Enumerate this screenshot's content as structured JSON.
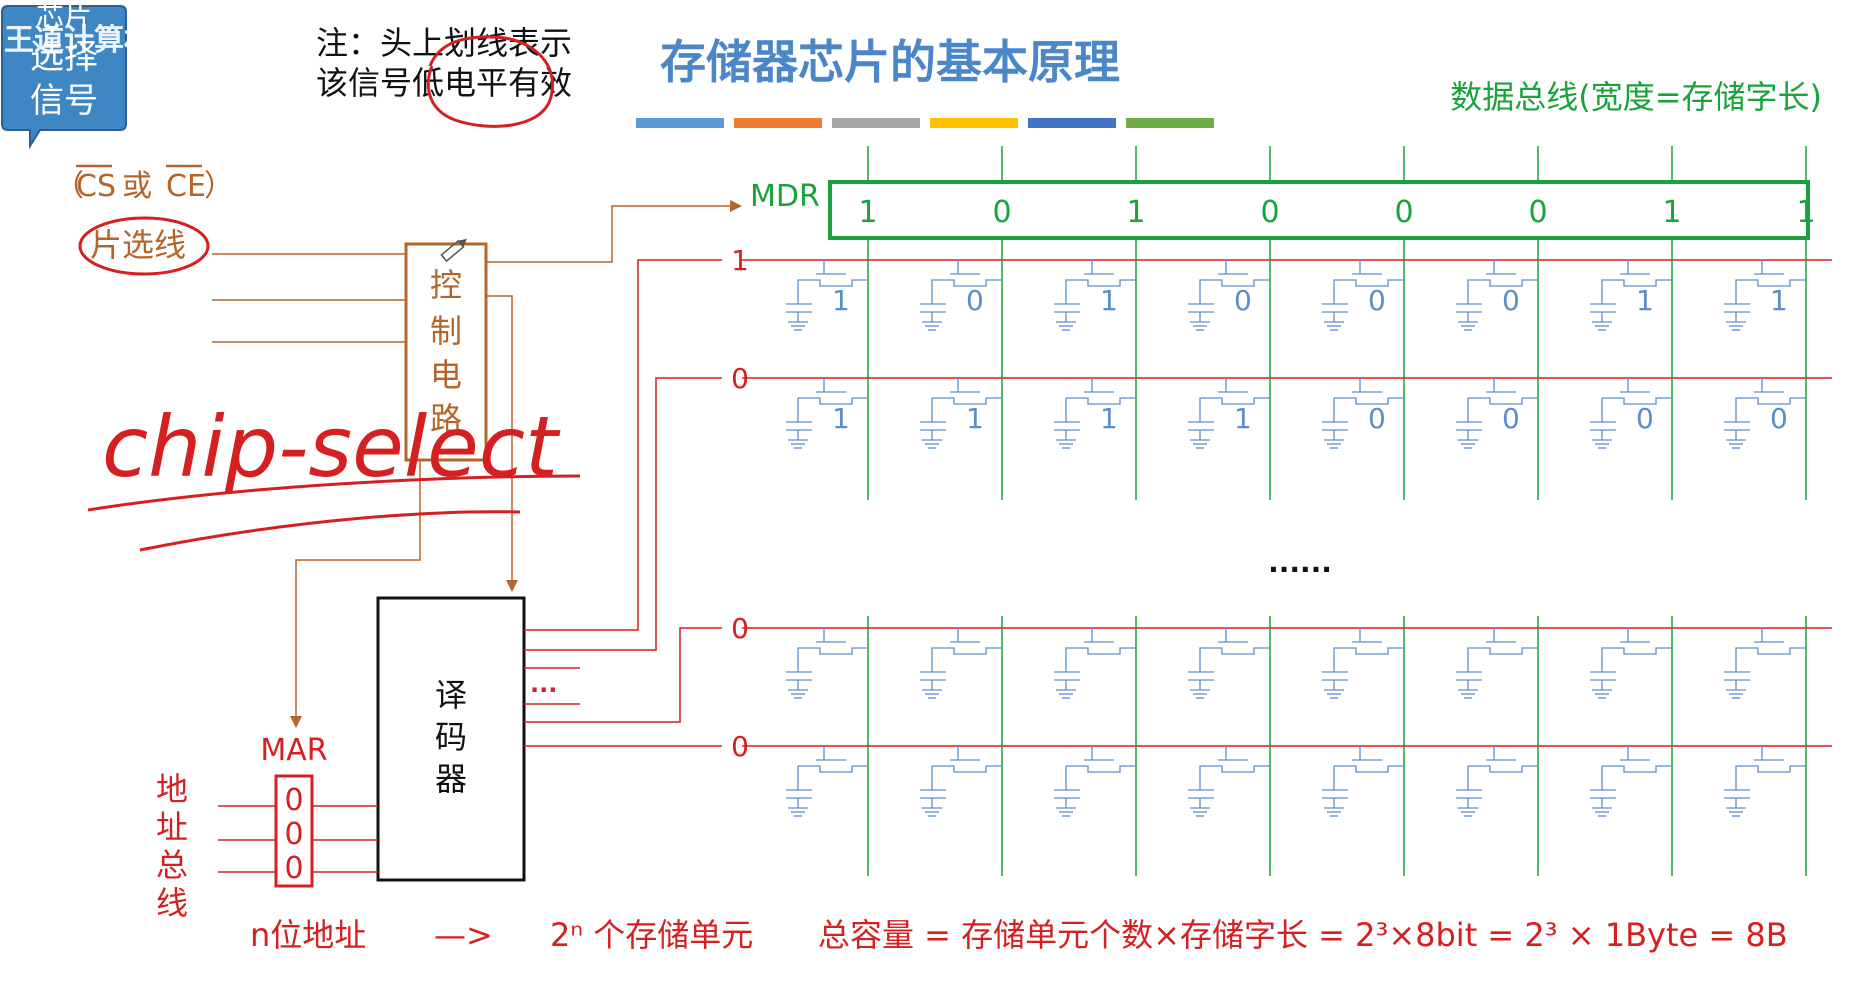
{
  "title": "存储器芯片的基本原理",
  "title_bar_colors": [
    "#5b9bd5",
    "#ed7d31",
    "#a5a5a5",
    "#ffc000",
    "#4472c4",
    "#70ad47"
  ],
  "callout": {
    "line1": "芯片",
    "line2": "选择",
    "line3": "信号",
    "watermark": "王道计算机教育"
  },
  "note": {
    "line1": "注：头上划线表示",
    "line2": "该信号低电平有效"
  },
  "cs_ce": {
    "open": "（",
    "cs": "CS",
    "or": "或",
    "ce": "CE",
    "close": "）"
  },
  "chip_select_line_label": "片选线",
  "handwriting": "chip-select",
  "control_circuit_label": [
    "控",
    "制",
    "电",
    "路"
  ],
  "decoder_label": [
    "译",
    "码",
    "器"
  ],
  "decoder_dots": "...",
  "mar": {
    "label": "MAR",
    "bits": [
      "0",
      "0",
      "0"
    ]
  },
  "address_bus_label": [
    "地",
    "址",
    "总",
    "线"
  ],
  "data_bus_label": "数据总线(宽度=存储字长)",
  "mdr": {
    "label": "MDR",
    "bits": [
      "1",
      "0",
      "1",
      "0",
      "0",
      "0",
      "1",
      "1"
    ]
  },
  "word_lines": [
    {
      "value": "1",
      "cells": [
        "1",
        "0",
        "1",
        "0",
        "0",
        "0",
        "1",
        "1"
      ]
    },
    {
      "value": "0",
      "cells": [
        "1",
        "1",
        "1",
        "1",
        "0",
        "0",
        "0",
        "0"
      ]
    },
    {
      "value": "0",
      "cells": [
        "",
        "",
        "",
        "",
        "",
        "",
        "",
        ""
      ]
    },
    {
      "value": "0",
      "cells": [
        "",
        "",
        "",
        "",
        "",
        "",
        "",
        ""
      ]
    }
  ],
  "middle_dots": "......",
  "bottom": {
    "n_bits": "n位地址",
    "arrow": "—>",
    "units": "2ⁿ 个存储单元",
    "capacity": "总容量 = 存储单元个数×存储字长 = 2³×8bit = 2³ × 1Byte = 8B"
  },
  "colors": {
    "blue_text": "#4a86c8",
    "green": "#1aa33a",
    "red": "#d42020",
    "brown": "#b5652a",
    "cell_blue": "#5c8fc9",
    "callout_bg": "#3f86c4"
  }
}
